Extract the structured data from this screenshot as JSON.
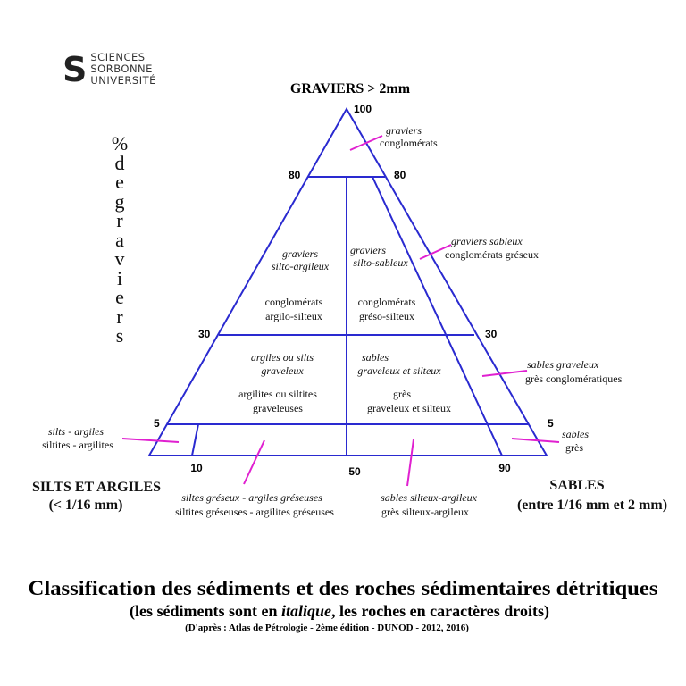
{
  "logo": {
    "lines": [
      "SCIENCES",
      "SORBONNE",
      "UNIVERSITÉ"
    ]
  },
  "apex_label": "GRAVIERS > 2mm",
  "left_vertical": [
    "%",
    "d",
    "e",
    "g",
    "r",
    "a",
    "v",
    "i",
    "e",
    "r",
    "s"
  ],
  "ticks": {
    "top": "100",
    "l80": "80",
    "r80": "80",
    "l30": "30",
    "r30": "30",
    "l5": "5",
    "r5": "5",
    "b10": "10",
    "b50": "50",
    "b90": "90"
  },
  "regions": {
    "gsa": [
      "graviers",
      "silto-argileux"
    ],
    "gss": [
      "graviers",
      "silto-sableux"
    ],
    "cas": [
      "conglomérats",
      "argilo-silteux"
    ],
    "cgs": [
      "conglomérats",
      "gréso-silteux"
    ],
    "asg": [
      "argiles ou silts",
      "graveleux"
    ],
    "sgs": [
      "sables",
      "graveleux et silteux"
    ],
    "asgr": [
      "argilites ou siltites",
      "graveleuses"
    ],
    "ggs": [
      "grès",
      "graveleux et silteux"
    ]
  },
  "callouts": {
    "graviers": [
      "graviers",
      "conglomérats"
    ],
    "graviers_sableux": [
      "graviers sableux",
      "conglomérats gréseux"
    ],
    "sables_graveleux": [
      "sables graveleux",
      "grès conglomératiques"
    ],
    "sables": [
      "sables",
      "grès"
    ],
    "silts": [
      "silts - argiles",
      "siltites - argilites"
    ],
    "siltes_greseux": [
      "siltes gréseux - argiles gréseuses",
      "siltites gréseuses - argilites gréseuses"
    ],
    "sables_silteux": [
      "sables silteux-argileux",
      "grès silteux-argileux"
    ]
  },
  "corners": {
    "left": [
      "SILTS ET ARGILES",
      "(< 1/16 mm)"
    ],
    "right": [
      "SABLES",
      "(entre 1/16 mm et 2 mm)"
    ]
  },
  "title": {
    "main": "Classification des sédiments et des roches sédimentaires détritiques",
    "sub_a": "(les sédiments sont en ",
    "sub_i": "italique",
    "sub_b": ", les roches en caractères droits)",
    "source": "(D'après : Atlas de Pétrologie - 2ème édition - DUNOD - 2012, 2016)"
  },
  "colors": {
    "line": "#2a2ad0",
    "callout": "#e020d0"
  }
}
